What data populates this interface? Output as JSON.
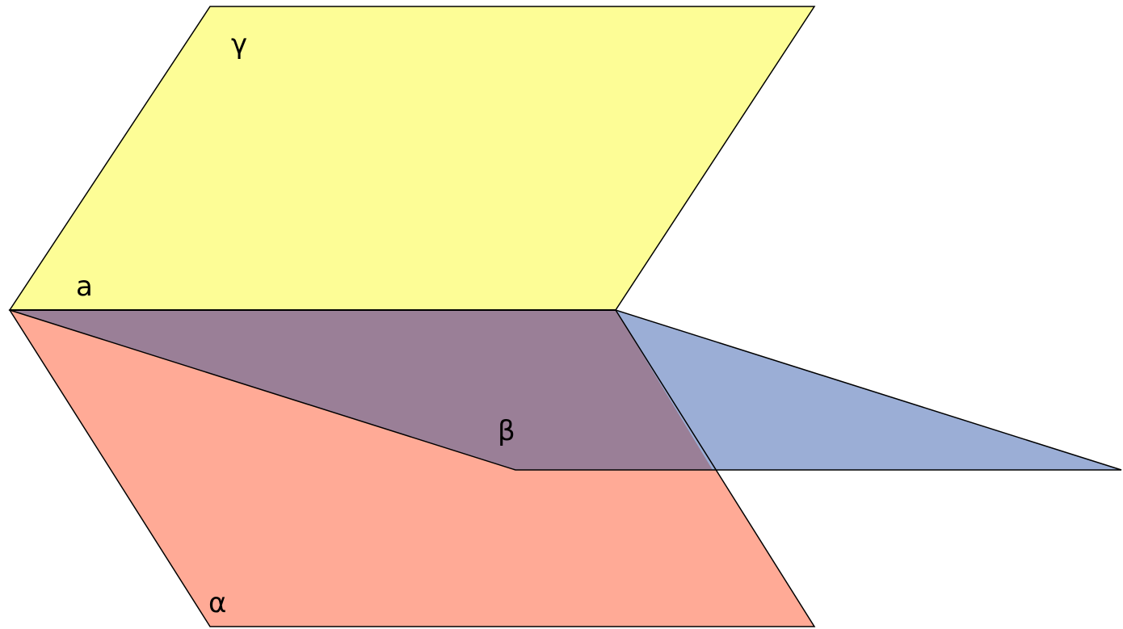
{
  "planes": [
    {
      "id": "gamma",
      "label": "γ",
      "fill": "#fdfd96"
    },
    {
      "id": "alpha",
      "label": "α",
      "fill": "#ffaa96"
    },
    {
      "id": "beta",
      "label": "β",
      "fill": "#9baed6"
    }
  ],
  "line": {
    "label": "a"
  },
  "colors": {
    "overlap": "#9a7f97",
    "stroke": "#000000",
    "background": "#ffffff"
  }
}
